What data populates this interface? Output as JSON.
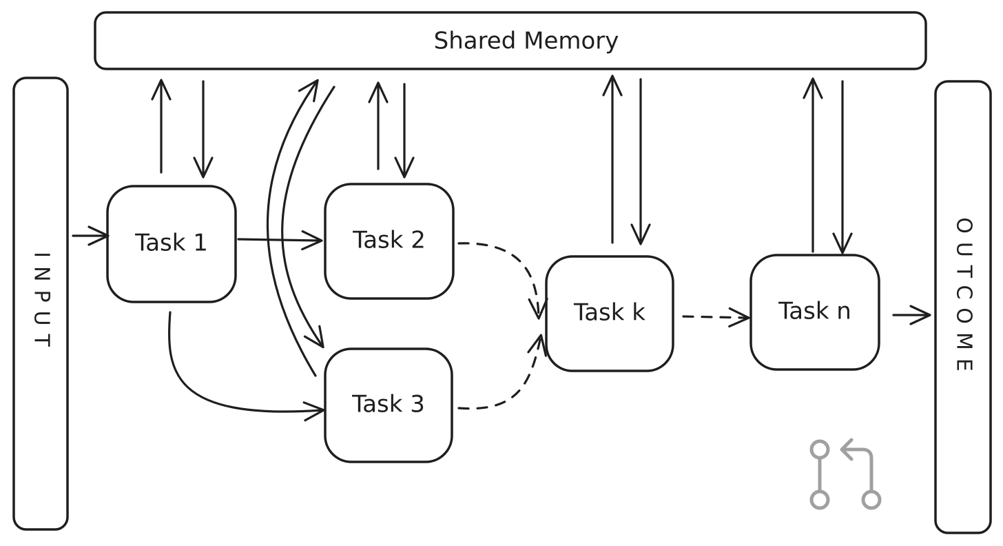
{
  "diagram": {
    "shared_memory_label": "Shared Memory",
    "input_label": "INPUT",
    "outcome_label": "OUTCOME",
    "tasks": {
      "task1": "Task 1",
      "task2": "Task 2",
      "task3": "Task 3",
      "taskk": "Task k",
      "taskn": "Task n"
    },
    "logo_icon": "git-pull-request-icon",
    "logo_color": "#a0a0a0"
  }
}
